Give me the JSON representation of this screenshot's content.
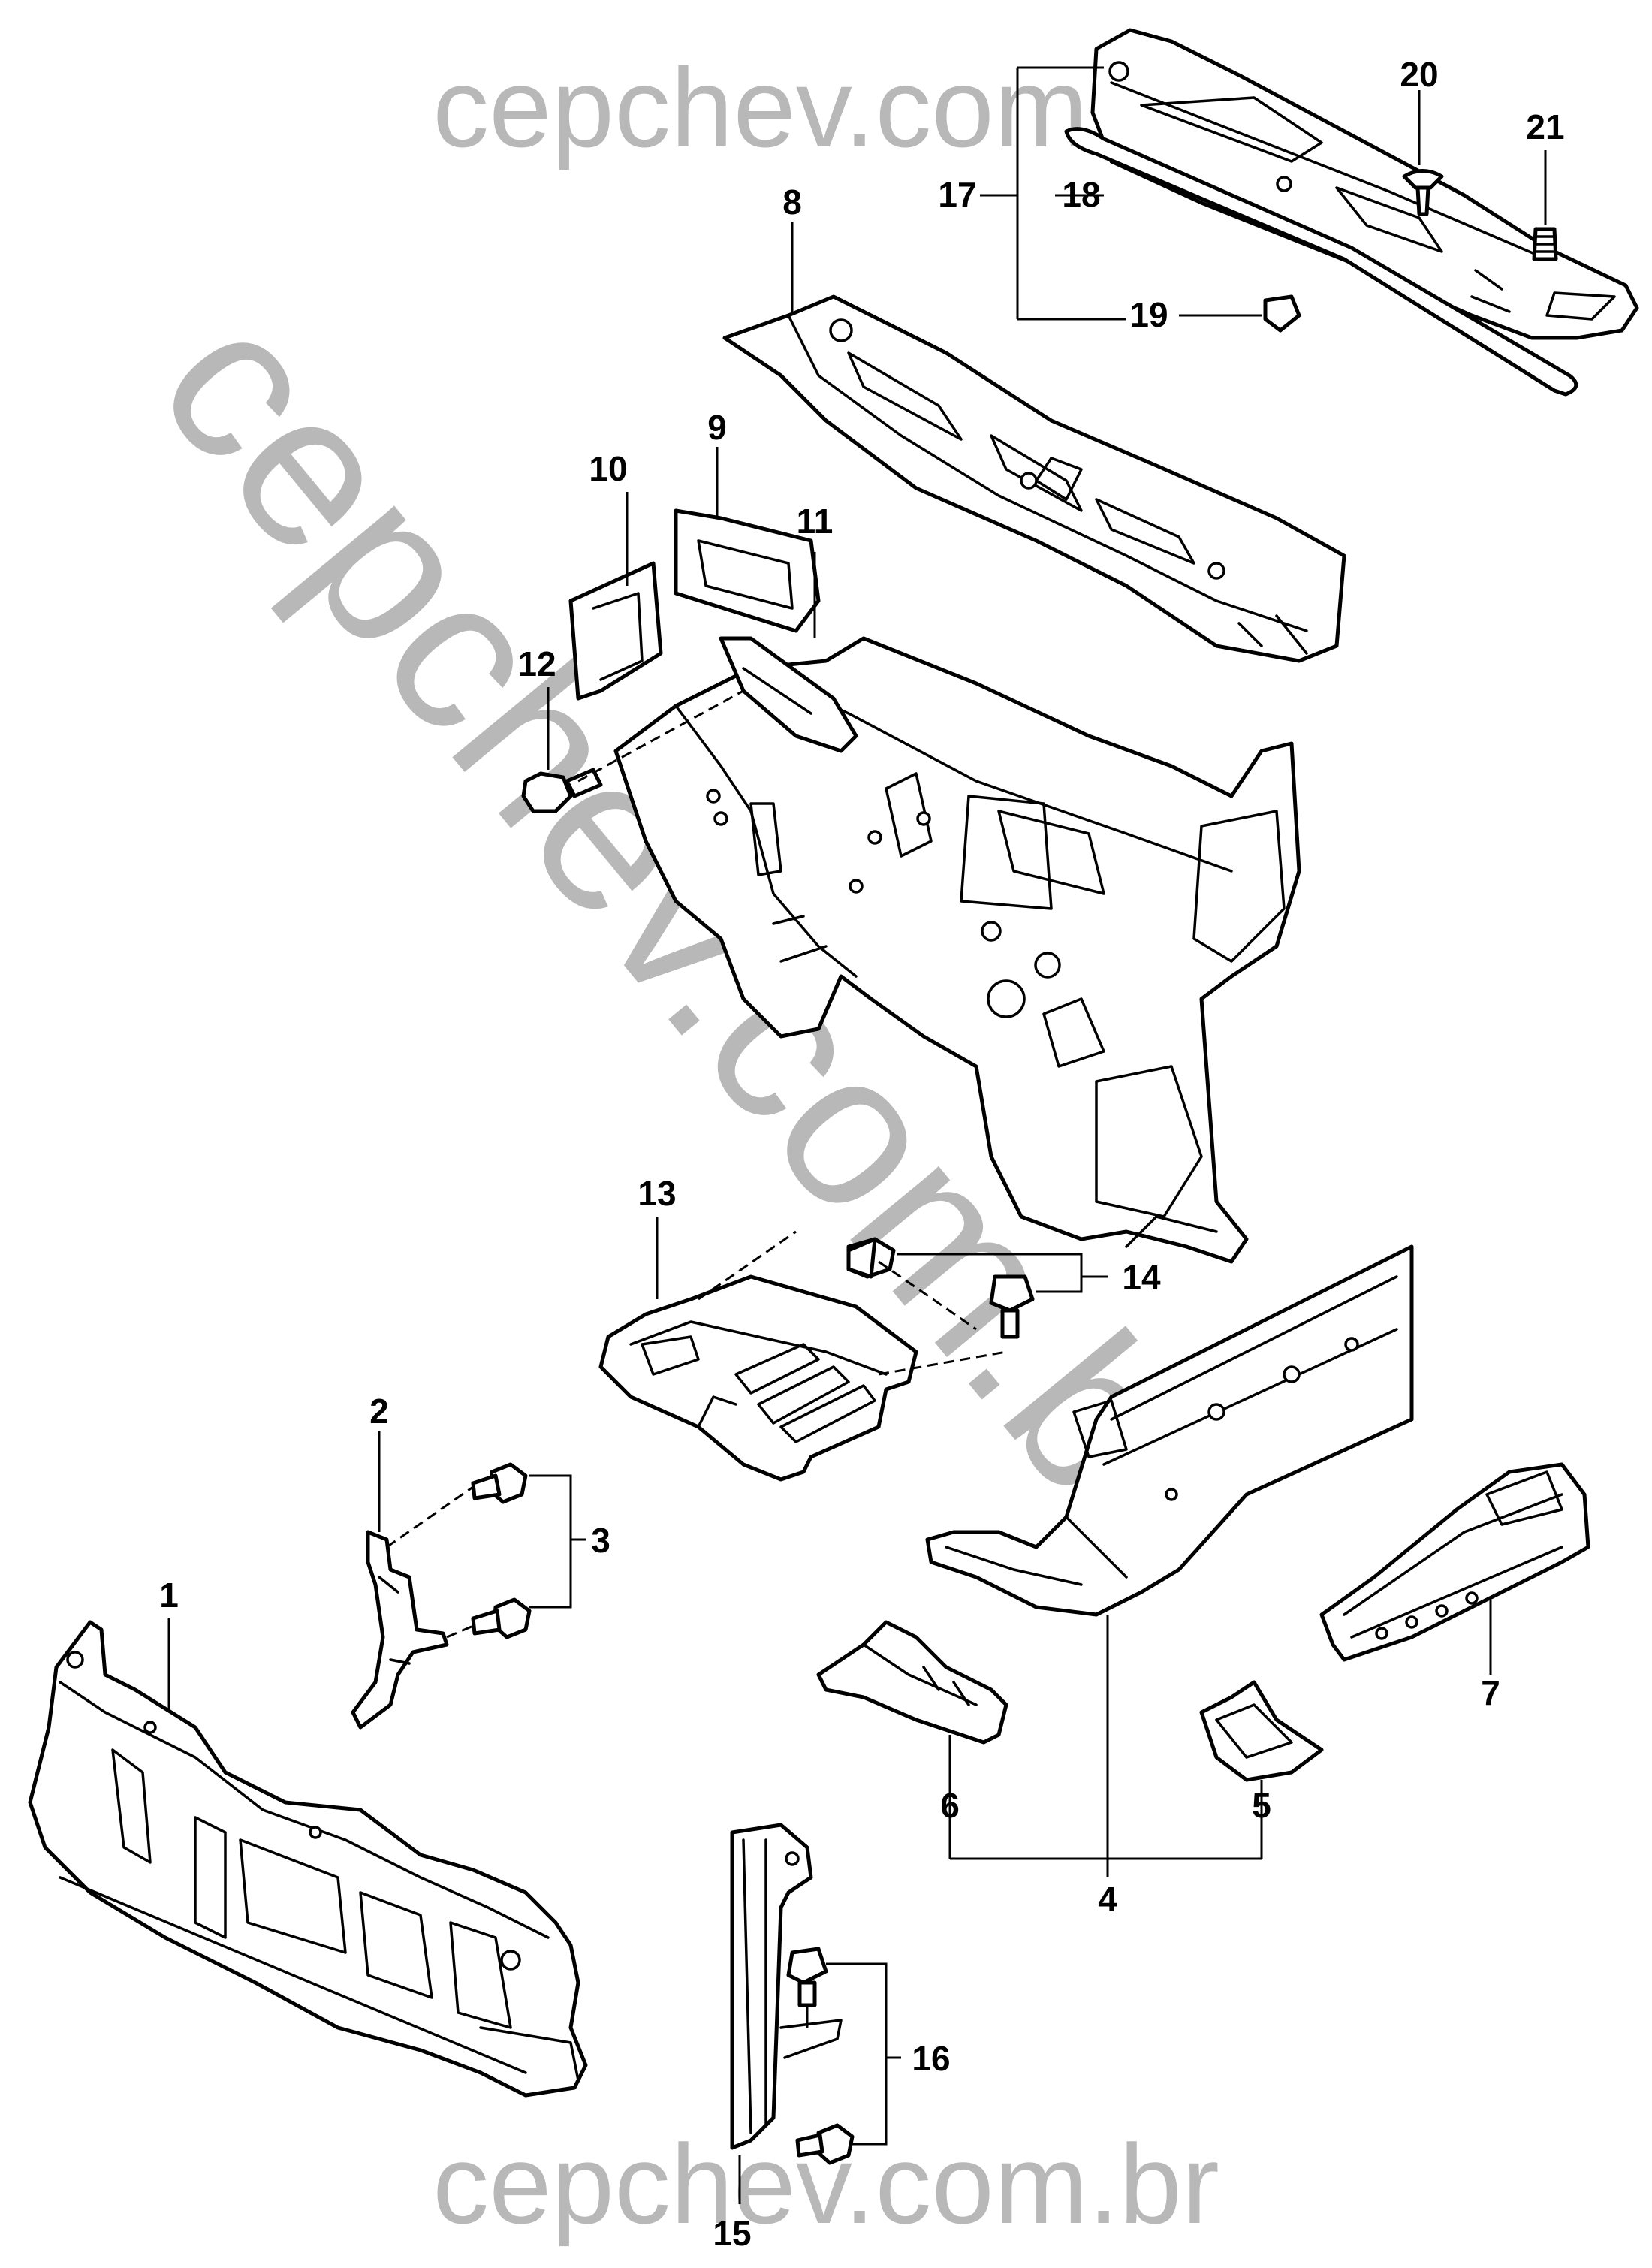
{
  "watermark": {
    "top": "cepchev.com.br",
    "diagonal": "cepchev.com.br",
    "bottom": "cepchev.com.br"
  },
  "callouts": [
    "1",
    "2",
    "3",
    "4",
    "5",
    "6",
    "7",
    "8",
    "9",
    "10",
    "11",
    "12",
    "13",
    "14",
    "15",
    "16",
    "17",
    "18",
    "19",
    "20",
    "21"
  ],
  "colors": {
    "line": "#000000",
    "watermark": "#b8b8b8",
    "background": "#ffffff"
  }
}
